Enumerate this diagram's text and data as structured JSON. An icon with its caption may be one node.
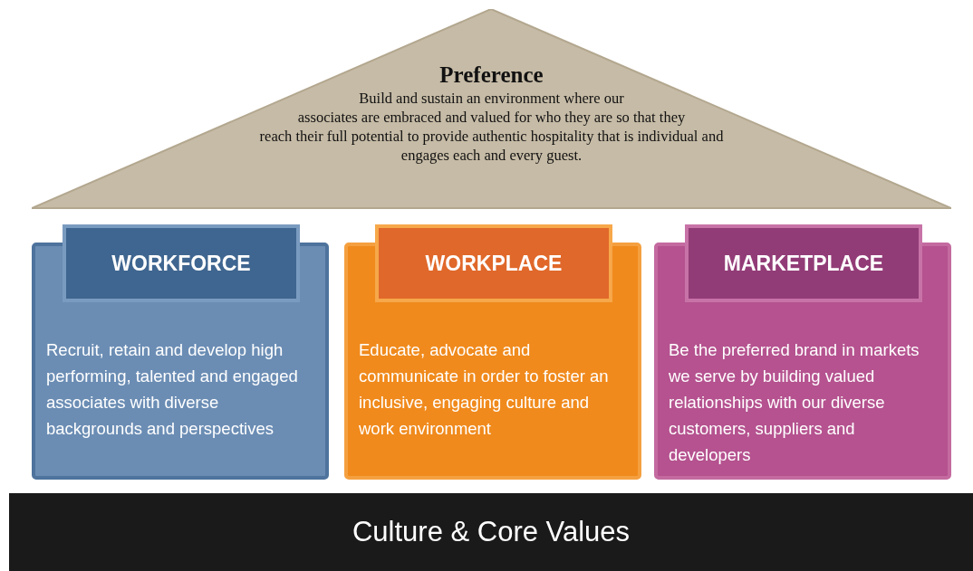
{
  "diagram": {
    "nodes": [
      {
        "text": [
          "Preference",
          "Build and sustain an environment where our associates are embraced and valued for who they are so that they reach their full potential to provide authentic hospitality that is individual and engages each and every guest."
        ]
      },
      {
        "text": [
          "WORKFORCE",
          "Recruit, retain and develop high performing, talented and engaged associates with diverse backgrounds and perspectives"
        ]
      },
      {
        "text": [
          "WORKPLACE",
          "Educate, advocate and communicate in order to foster an inclusive, engaging culture and work environment"
        ]
      },
      {
        "text": [
          "MARKETPLACE",
          "Be the preferred brand in markets we serve by building valued relationships with our diverse customers, suppliers and developers"
        ]
      },
      {
        "text": [
          "Culture & Core Values"
        ]
      }
    ]
  }
}
